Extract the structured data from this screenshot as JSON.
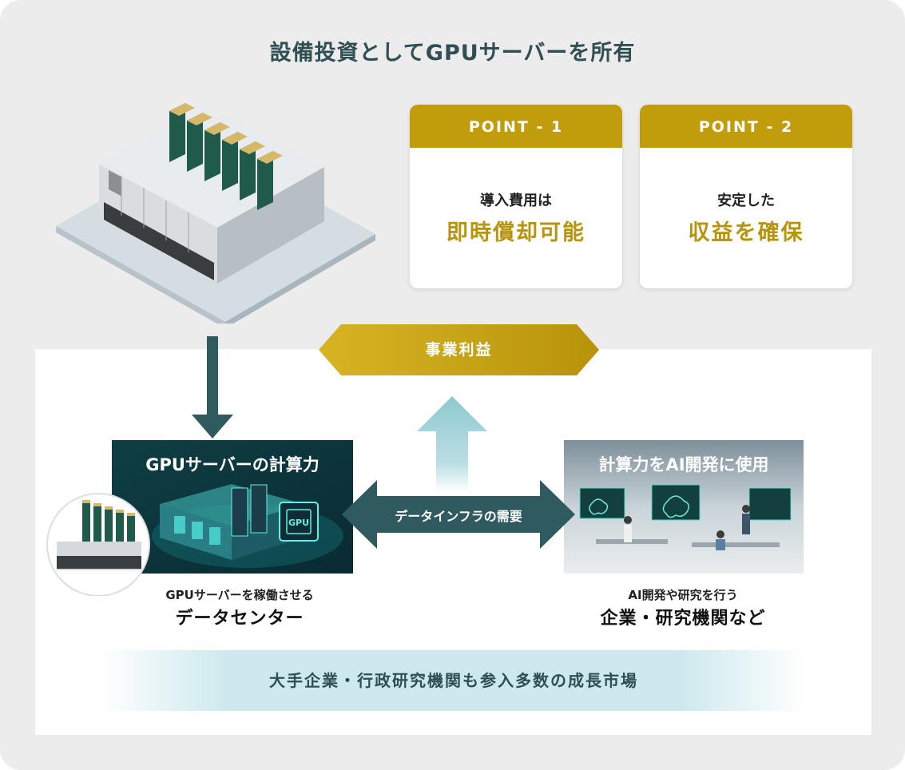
{
  "title": "設備投資としてGPUサーバーを所有",
  "points": [
    {
      "header": "POINT - 1",
      "line1": "導入費用は",
      "line2": "即時償却可能"
    },
    {
      "header": "POINT - 2",
      "line1": "安定した",
      "line2": "収益を確保"
    }
  ],
  "profit_label": "事業利益",
  "datacenter": {
    "image_title": "GPUサーバーの計算力",
    "chip_label": "GPU",
    "caption_small": "GPUサーバーを稼働させる",
    "caption_large": "データセンター"
  },
  "demand_label": "データインフラの需要",
  "ai_users": {
    "image_title": "計算力をAI開発に使用",
    "caption_small": "AI開発や研究を行う",
    "caption_large": "企業・研究機関など"
  },
  "market_label": "大手企業・行政研究機関も参入多数の成長市場",
  "colors": {
    "gold": "#c19d0c",
    "gold_text": "#b8930c",
    "teal_dark": "#2f5a5f",
    "teal_light": "#8fc8d0",
    "band": "#cde9ed",
    "background": "#ececec"
  },
  "icons": [
    "gpu-server-illustration",
    "cpu-chip-icon",
    "brain-icon",
    "double-arrow-icon"
  ]
}
